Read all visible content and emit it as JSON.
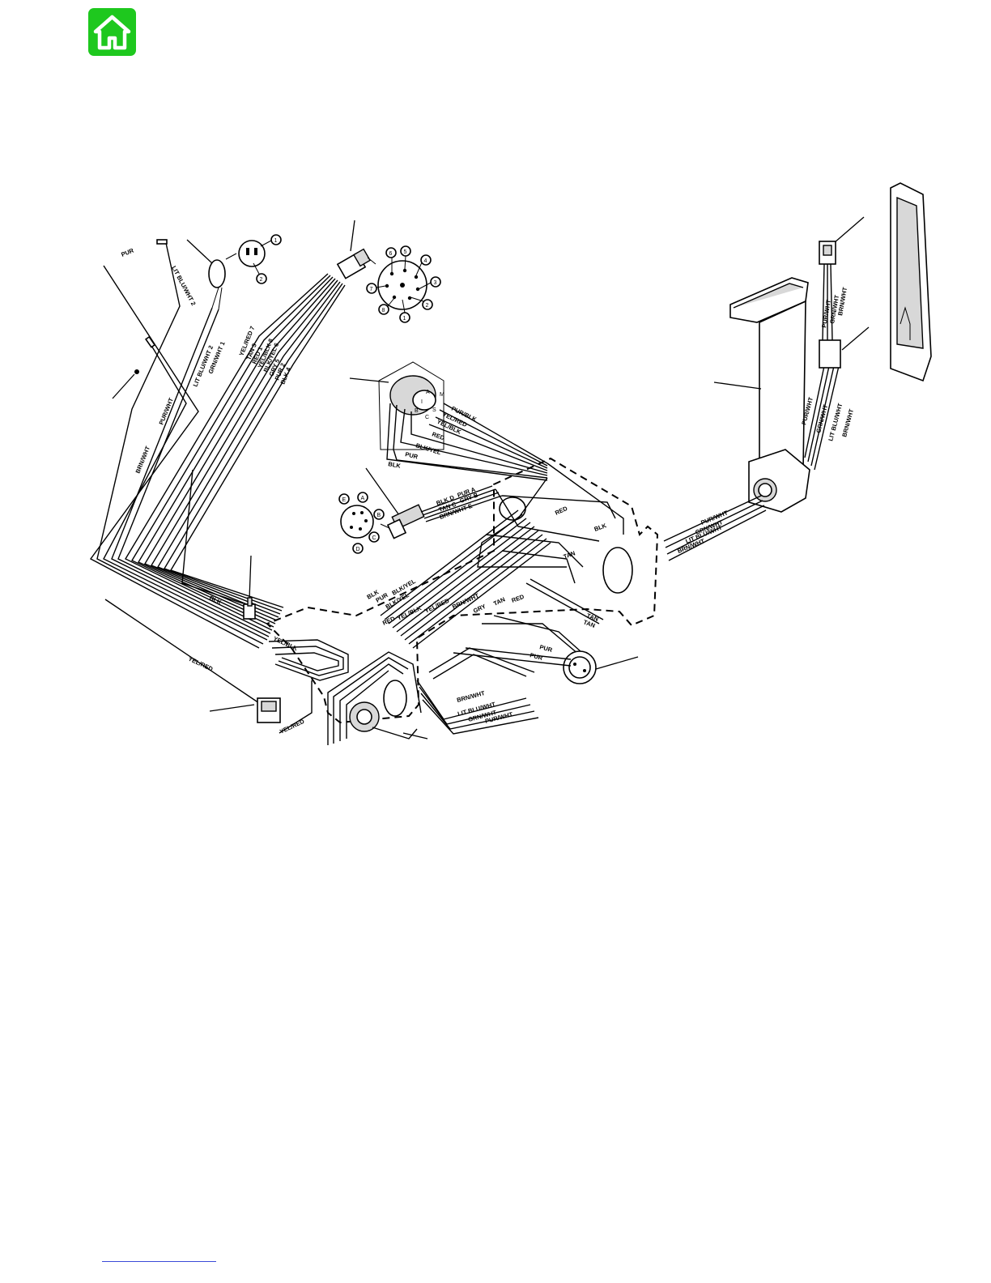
{
  "nav": {
    "home_icon": "home-icon",
    "home_color": "#1ec81e"
  },
  "diagram": {
    "pins_small_plug": [
      "1",
      "2"
    ],
    "pins_round_plug": [
      "1",
      "2",
      "3",
      "4",
      "5",
      "6",
      "7",
      "8"
    ],
    "pins_ignition": [
      "A",
      "M",
      "I",
      "B",
      "C",
      "S"
    ],
    "pins_trim_plug": [
      "E",
      "A",
      "B",
      "C",
      "D"
    ],
    "top_left_wires": [
      "PUR",
      "LIT BLU/WHT 2",
      "PUR/WHT",
      "BRN/WHT"
    ],
    "bundle_wires": [
      "YEL/RED 7",
      "TAN 3",
      "RED 1",
      "YEL/BLK 8",
      "BLK/YEL 6",
      "GRY 5",
      "PUR 2",
      "BLK 4"
    ],
    "small_plug_wires": [
      "LIT BLU/WHT 2",
      "GRN/WHT 1"
    ],
    "ignition_wires": [
      "PUR/BLK",
      "YEL/RED",
      "YEL/BLK",
      "RED",
      "BLK/YEL",
      "PUR",
      "BLK"
    ],
    "trim_plug_wires": [
      "BLK D",
      "PUR A",
      "TAN C",
      "GRY B",
      "BRN/WHT E"
    ],
    "box_labels": [
      "RED",
      "BLK",
      "TAN",
      "RED",
      "TAN",
      "TAN"
    ],
    "lower_wires": [
      "BLK",
      "PUR",
      "BLK/YEL",
      "BLK/YEL",
      "RED",
      "YEL/BLK",
      "YEL/RED",
      "BRN/WHT",
      "GRY",
      "TAN"
    ],
    "horn_wires": [
      "PUR",
      "PUR"
    ],
    "switch_wires": [
      "BRN/WHT",
      "LIT BLU/WHT",
      "GRN/WHT",
      "PUR/WHT"
    ],
    "misc_labels": [
      "BLK",
      "YEL/BLK",
      "YEL/RED",
      "YEL/RED"
    ],
    "handle_wires": [
      "PUR/WHT",
      "GRN/WHT",
      "LIT BLU/WHT",
      "BRN/WHT"
    ],
    "handle_side_wires": [
      "PUR/WHT",
      "GRN/WHT",
      "LIT BLU/WHT",
      "BRN/WHT"
    ],
    "trim_switch_wires": [
      "PUR/WHT",
      "GRN/WHT",
      "BRN/WHT"
    ]
  },
  "footer": {
    "link_color": "#3b4ad8"
  }
}
